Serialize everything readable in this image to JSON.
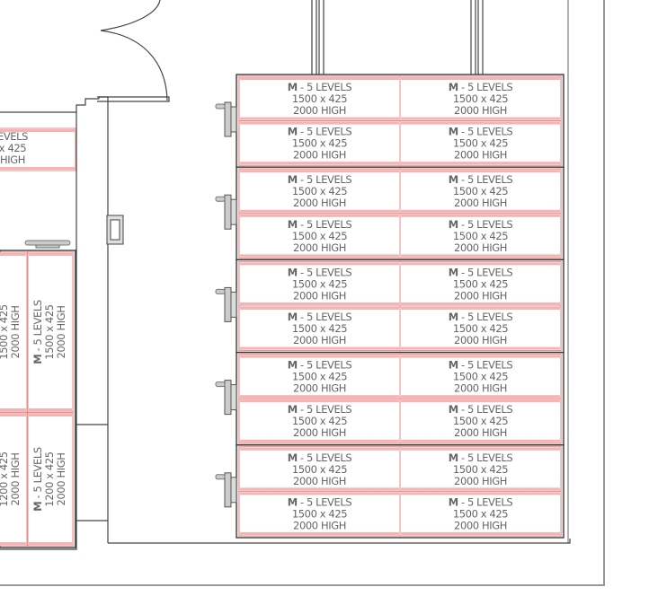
{
  "colors": {
    "rack_outline": "#e88888",
    "wall": "#444444",
    "text": "#666666"
  },
  "right_racking": {
    "groups": [
      {
        "rows": [
          [
            {
              "code": "M",
              "levels": " - 5 LEVELS",
              "size": "1500 x 425",
              "height": "2000 HIGH"
            },
            {
              "code": "M",
              "levels": " - 5 LEVELS",
              "size": "1500 x 425",
              "height": "2000 HIGH"
            }
          ],
          [
            {
              "code": "M",
              "levels": " - 5 LEVELS",
              "size": "1500 x 425",
              "height": "2000 HIGH"
            },
            {
              "code": "M",
              "levels": " - 5 LEVELS",
              "size": "1500 x 425",
              "height": "2000 HIGH"
            }
          ]
        ]
      },
      {
        "rows": [
          [
            {
              "code": "M",
              "levels": " - 5 LEVELS",
              "size": "1500 x 425",
              "height": "2000 HIGH"
            },
            {
              "code": "M",
              "levels": " - 5 LEVELS",
              "size": "1500 x 425",
              "height": "2000 HIGH"
            }
          ],
          [
            {
              "code": "M",
              "levels": " - 5 LEVELS",
              "size": "1500 x 425",
              "height": "2000 HIGH"
            },
            {
              "code": "M",
              "levels": " - 5 LEVELS",
              "size": "1500 x 425",
              "height": "2000 HIGH"
            }
          ]
        ]
      },
      {
        "rows": [
          [
            {
              "code": "M",
              "levels": " - 5 LEVELS",
              "size": "1500 x 425",
              "height": "2000 HIGH"
            },
            {
              "code": "M",
              "levels": " - 5 LEVELS",
              "size": "1500 x 425",
              "height": "2000 HIGH"
            }
          ],
          [
            {
              "code": "M",
              "levels": " - 5 LEVELS",
              "size": "1500 x 425",
              "height": "2000 HIGH"
            },
            {
              "code": "M",
              "levels": " - 5 LEVELS",
              "size": "1500 x 425",
              "height": "2000 HIGH"
            }
          ]
        ]
      },
      {
        "rows": [
          [
            {
              "code": "M",
              "levels": " - 5 LEVELS",
              "size": "1500 x 425",
              "height": "2000 HIGH"
            },
            {
              "code": "M",
              "levels": " - 5 LEVELS",
              "size": "1500 x 425",
              "height": "2000 HIGH"
            }
          ],
          [
            {
              "code": "M",
              "levels": " - 5 LEVELS",
              "size": "1500 x 425",
              "height": "2000 HIGH"
            },
            {
              "code": "M",
              "levels": " - 5 LEVELS",
              "size": "1500 x 425",
              "height": "2000 HIGH"
            }
          ]
        ]
      },
      {
        "rows": [
          [
            {
              "code": "M",
              "levels": " - 5 LEVELS",
              "size": "1500 x 425",
              "height": "2000 HIGH"
            },
            {
              "code": "M",
              "levels": " - 5 LEVELS",
              "size": "1500 x 425",
              "height": "2000 HIGH"
            }
          ],
          [
            {
              "code": "M",
              "levels": " - 5 LEVELS",
              "size": "1500 x 425",
              "height": "2000 HIGH"
            },
            {
              "code": "M",
              "levels": " - 5 LEVELS",
              "size": "1500 x 425",
              "height": "2000 HIGH"
            }
          ]
        ]
      }
    ]
  },
  "left_top_bay": {
    "line1": "EVELS",
    "line2": "x 425",
    "line3": "HIGH"
  },
  "left_racking": {
    "upper": [
      {
        "line1": "",
        "line2": "1500 x 425",
        "line3": "2000 HIGH"
      },
      {
        "code": "M",
        "levels": " - 5 LEVELS",
        "line2": "1500 x 425",
        "line3": "2000 HIGH"
      }
    ],
    "lower": [
      {
        "line1": "",
        "line2": "1200 x 425",
        "line3": "2000 HIGH"
      },
      {
        "code": "M",
        "levels": " - 5 LEVELS",
        "line2": "1200 x 425",
        "line3": "2000 HIGH"
      }
    ]
  }
}
